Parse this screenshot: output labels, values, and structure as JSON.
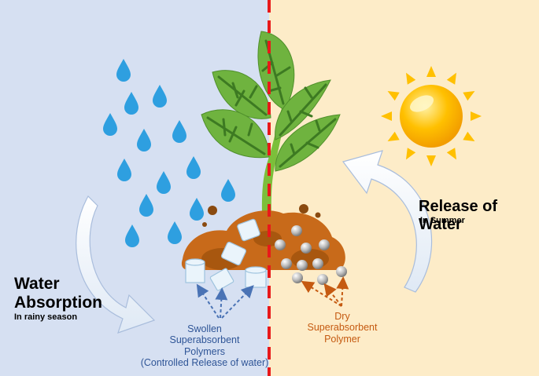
{
  "colors": {
    "left_bg": "#d6e0f2",
    "right_bg": "#fdecc8",
    "divider": "#e8191a",
    "drop": "#2e9fe0",
    "leaf": "#6fb33f",
    "leaf_vein": "#3d7a22",
    "stem": "#7cbf3a",
    "soil": "#c86a1a",
    "soil_dark": "#8a4a10",
    "sun": "#ffc000",
    "swollen_text": "#2f5597",
    "dry_text": "#c55a11"
  },
  "left": {
    "title_line1": "Water",
    "title_line2": "Absorption",
    "subtitle": "In rainy season"
  },
  "right": {
    "title": "Release of Water",
    "subtitle": "In Summer"
  },
  "swollen_label": {
    "line1": "Swollen",
    "line2": "Superabsorbent",
    "line3": "Polymers",
    "line4": "(Controlled Release of water)"
  },
  "dry_label": {
    "line1": "Dry",
    "line2": "Superabsorbent",
    "line3": "Polymer"
  },
  "icons": {
    "rain": "water-drop-icon",
    "sun": "sun-icon",
    "plant": "plant-icon",
    "arrow": "curved-arrow-icon"
  }
}
